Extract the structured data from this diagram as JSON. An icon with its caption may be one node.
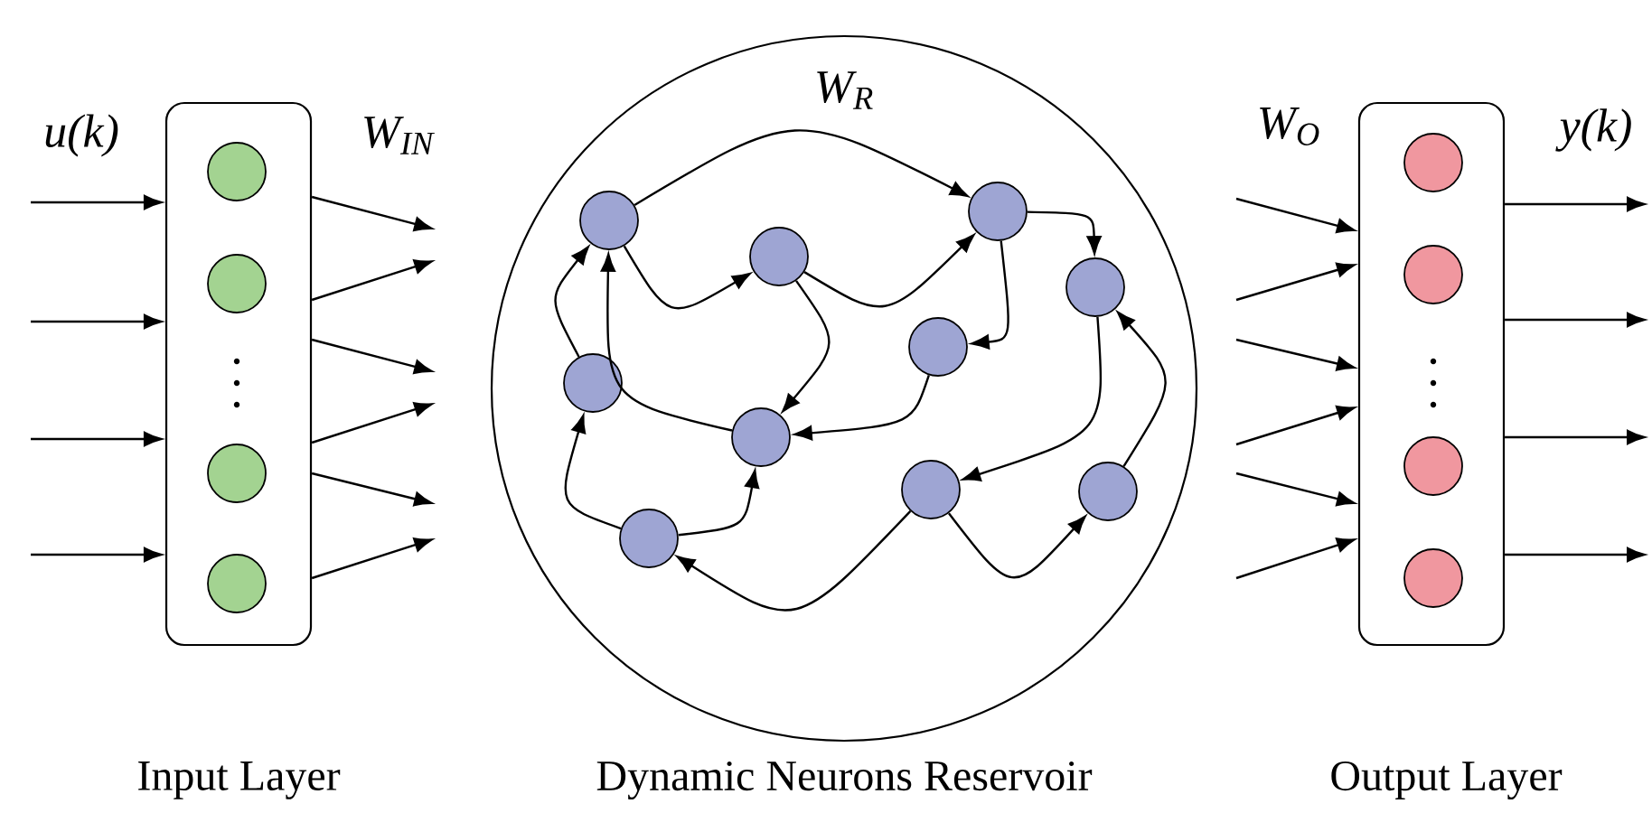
{
  "diagram": {
    "nodes": [
      {
        "text": [
          "Input Layer"
        ]
      },
      {
        "text": [],
        "shape": "circle",
        "in": 0
      },
      {
        "text": [],
        "shape": "circle",
        "in": 0
      },
      {
        "text": [],
        "shape": "circle",
        "in": 0
      },
      {
        "text": [],
        "shape": "circle",
        "in": 0
      },
      {
        "text": [
          "Dynamic Neurons Reservoir"
        ]
      },
      {
        "text": [],
        "shape": "circle",
        "in": 5
      },
      {
        "text": [],
        "shape": "circle",
        "in": 5
      },
      {
        "text": [],
        "shape": "circle",
        "in": 5
      },
      {
        "text": [],
        "shape": "circle",
        "in": 5
      },
      {
        "text": [],
        "shape": "circle",
        "in": 5
      },
      {
        "text": [],
        "shape": "circle",
        "in": 5
      },
      {
        "text": [],
        "shape": "circle",
        "in": 5
      },
      {
        "text": [],
        "shape": "circle",
        "in": 5
      },
      {
        "text": [],
        "shape": "circle",
        "in": 5
      },
      {
        "text": [],
        "shape": "circle",
        "in": 5
      },
      {
        "text": [
          "Output Layer"
        ]
      },
      {
        "text": [],
        "shape": "circle",
        "in": 16
      },
      {
        "text": [],
        "shape": "circle",
        "in": 16
      },
      {
        "text": [],
        "shape": "circle",
        "in": 16
      },
      {
        "text": [],
        "shape": "circle",
        "in": 16
      }
    ],
    "edges": [
      {
        "from": null,
        "to": 0,
        "arrow": "to"
      },
      {
        "from": null,
        "to": 0,
        "arrow": "to"
      },
      {
        "from": null,
        "to": 0,
        "arrow": "to"
      },
      {
        "from": null,
        "to": 0,
        "arrow": "to"
      },
      {
        "from": 0,
        "to": null,
        "arrow": "to"
      },
      {
        "from": 0,
        "to": null,
        "arrow": "to"
      },
      {
        "from": 0,
        "to": null,
        "arrow": "to"
      },
      {
        "from": 0,
        "to": null,
        "arrow": "to"
      },
      {
        "from": 0,
        "to": null,
        "arrow": "to"
      },
      {
        "from": 0,
        "to": null,
        "arrow": "to"
      },
      {
        "from": 6,
        "to": 7,
        "arrow": "to"
      },
      {
        "from": 6,
        "to": 8,
        "arrow": "to"
      },
      {
        "from": 8,
        "to": 7,
        "arrow": "to"
      },
      {
        "from": 8,
        "to": 12,
        "arrow": "to"
      },
      {
        "from": 7,
        "to": 9,
        "arrow": "to"
      },
      {
        "from": 7,
        "to": 10,
        "arrow": "to"
      },
      {
        "from": 10,
        "to": 12,
        "arrow": "to"
      },
      {
        "from": 9,
        "to": 13,
        "arrow": "to"
      },
      {
        "from": 13,
        "to": 14,
        "arrow": "to"
      },
      {
        "from": 14,
        "to": 9,
        "arrow": "to"
      },
      {
        "from": 13,
        "to": 15,
        "arrow": "to"
      },
      {
        "from": 15,
        "to": 12,
        "arrow": "to"
      },
      {
        "from": 15,
        "to": 11,
        "arrow": "to"
      },
      {
        "from": 11,
        "to": 6,
        "arrow": "to"
      },
      {
        "from": 12,
        "to": 6,
        "arrow": "to"
      },
      {
        "from": null,
        "to": 16,
        "arrow": "to"
      },
      {
        "from": null,
        "to": 16,
        "arrow": "to"
      },
      {
        "from": null,
        "to": 16,
        "arrow": "to"
      },
      {
        "from": null,
        "to": 16,
        "arrow": "to"
      },
      {
        "from": null,
        "to": 16,
        "arrow": "to"
      },
      {
        "from": null,
        "to": 16,
        "arrow": "to"
      },
      {
        "from": 16,
        "to": null,
        "arrow": "to"
      },
      {
        "from": 16,
        "to": null,
        "arrow": "to"
      },
      {
        "from": 16,
        "to": null,
        "arrow": "to"
      },
      {
        "from": 16,
        "to": null,
        "arrow": "to"
      }
    ],
    "labels": [
      "*u*(*k*)",
      "W$_{IN}$",
      "W$_{R}$",
      "W$_{O}$",
      "*y*(*k*)"
    ]
  }
}
